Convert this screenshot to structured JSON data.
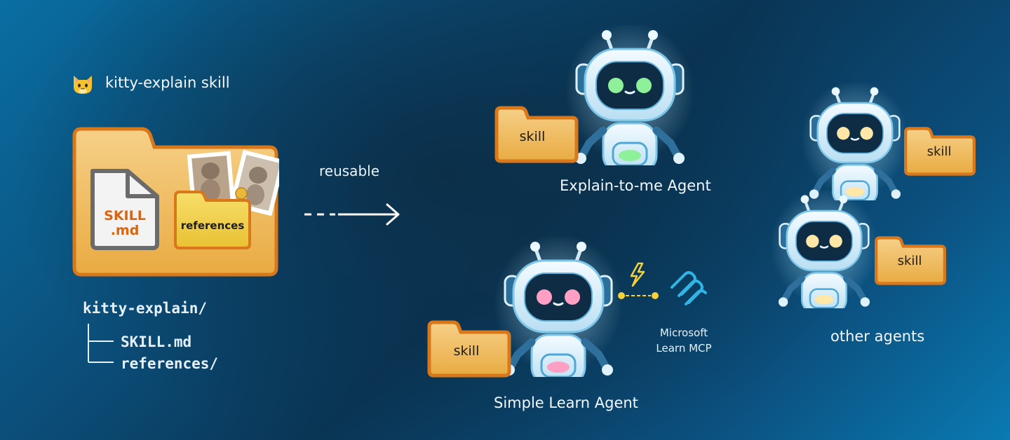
{
  "skill_package": {
    "icon": "cat-face-icon",
    "title": "kitty-explain skill",
    "file_label_line1": "SKILL",
    "file_label_line2": ".md",
    "references_label": "references"
  },
  "tree": {
    "root": "kitty-explain/",
    "children": [
      "SKILL.md",
      "references/"
    ]
  },
  "flow": {
    "arrow_label": "reusable"
  },
  "agents": {
    "explain": {
      "label": "Explain-to-me Agent",
      "folder_label": "skill"
    },
    "learn": {
      "label": "Simple Learn Agent",
      "folder_label": "skill"
    },
    "others": {
      "label": "other agents",
      "folder_labels": [
        "skill",
        "skill"
      ]
    }
  },
  "mcp": {
    "icon": "lightning-bolt-icon",
    "logo": "microsoft-learn-logo-icon",
    "label_line1": "Microsoft",
    "label_line2": "Learn MCP"
  },
  "colors": {
    "folder_fill": "#f2bf62",
    "folder_border": "#d9781a",
    "skill_md_text": "#d9650f",
    "references_fill": "#f3d24a",
    "robot_body": "#dff2fb",
    "eye_green": "#8ff09a",
    "eye_pink": "#ff9fc4",
    "eye_amber": "#ffe7a8"
  }
}
